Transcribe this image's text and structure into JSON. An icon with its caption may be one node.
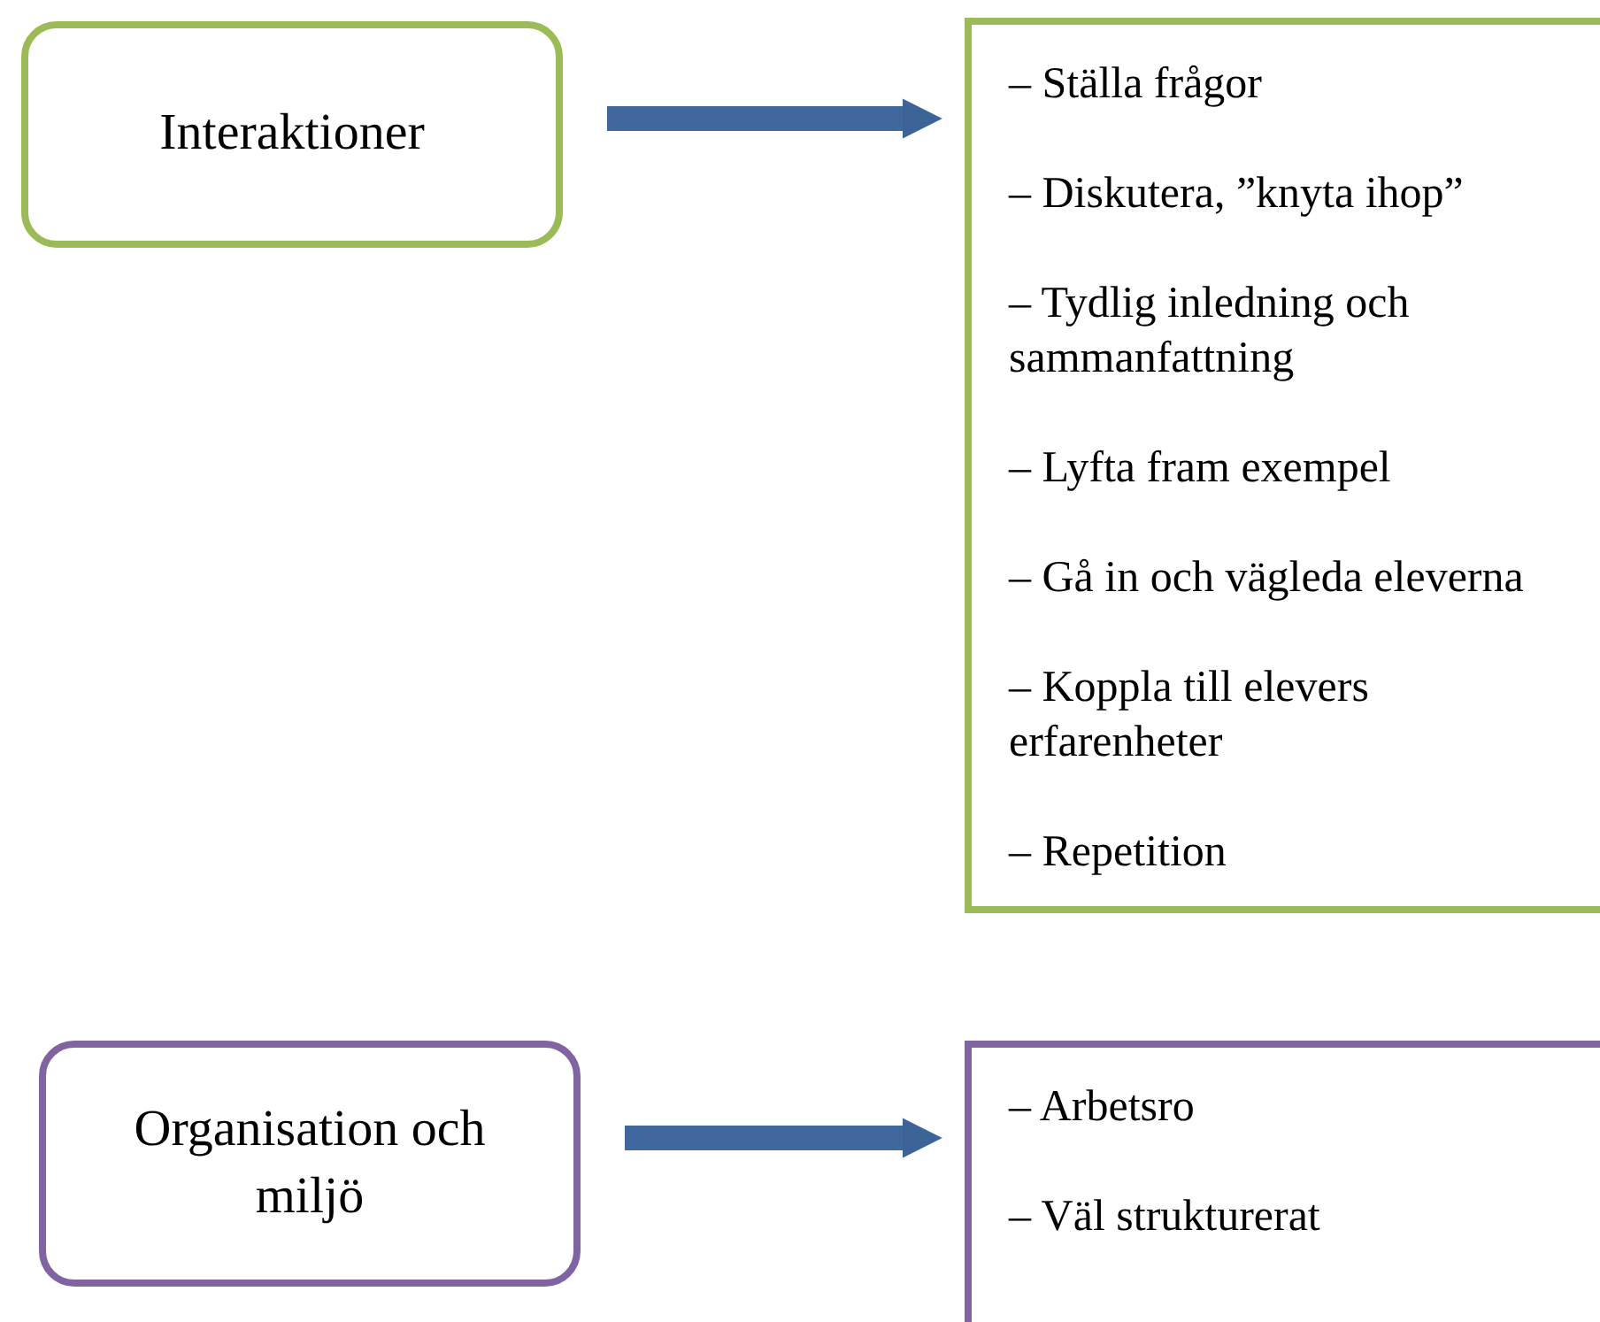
{
  "diagram": {
    "nodes": [
      {
        "text": [
          "Interaktioner"
        ]
      },
      {
        "text": [
          "– Ställa frågor",
          "– Diskutera, ”knyta ihop”",
          "– Tydlig inledning och sammanfattning",
          "– Lyfta fram exempel",
          "– Gå in och vägleda eleverna",
          "– Koppla till elevers erfarenheter",
          "– Repetition"
        ]
      },
      {
        "text": [
          "Organisation och miljö"
        ]
      },
      {
        "text": [
          "– Arbetsro",
          "– Väl strukturerat"
        ]
      }
    ],
    "edges": [
      {
        "from": 0,
        "to": 1,
        "arrow": "to"
      },
      {
        "from": 2,
        "to": 3,
        "arrow": "to"
      }
    ]
  }
}
